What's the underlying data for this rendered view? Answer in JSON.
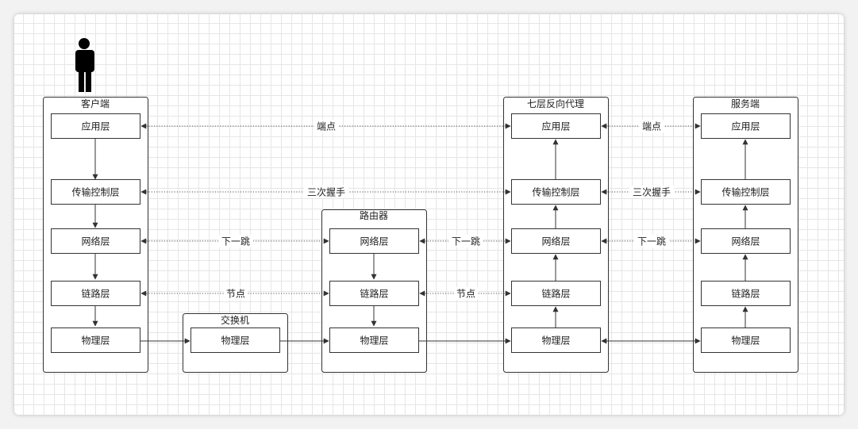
{
  "nodes": {
    "client": {
      "title": "客户端",
      "app": "应用层",
      "transport": "传输控制层",
      "network": "网络层",
      "link": "链路层",
      "physical": "物理层"
    },
    "switch": {
      "title": "交换机",
      "physical": "物理层"
    },
    "router": {
      "title": "路由器",
      "network": "网络层",
      "link": "链路层",
      "physical": "物理层"
    },
    "proxy": {
      "title": "七层反向代理",
      "app": "应用层",
      "transport": "传输控制层",
      "network": "网络层",
      "link": "链路层",
      "physical": "物理层"
    },
    "server": {
      "title": "服务端",
      "app": "应用层",
      "transport": "传输控制层",
      "network": "网络层",
      "link": "链路层",
      "physical": "物理层"
    }
  },
  "connection_labels": {
    "client_proxy_app": "端点",
    "proxy_server_app": "端点",
    "client_proxy_transport": "三次握手",
    "proxy_server_transport": "三次握手",
    "client_router_network": "下一跳",
    "router_proxy_network": "下一跳",
    "proxy_server_network": "下一跳",
    "client_router_link": "节点",
    "router_proxy_link": "节点"
  },
  "colors": {
    "line": "#333333",
    "grid": "#e6e6e6",
    "background": "#ffffff"
  },
  "icons": {
    "user": "person-icon"
  }
}
